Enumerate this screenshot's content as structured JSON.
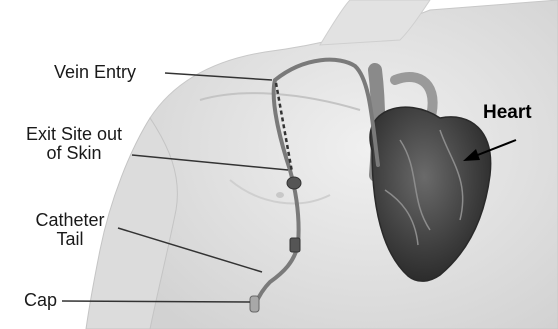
{
  "labels": {
    "vein_entry": "Vein Entry",
    "exit_site_line1": "Exit Site out",
    "exit_site_line2": "of Skin",
    "catheter_tail_line1": "Catheter",
    "catheter_tail_line2": "Tail",
    "cap": "Cap",
    "heart": "Heart"
  },
  "colors": {
    "body": "#e6e6e6",
    "heart": "#4a4a4a",
    "catheter": "#7a7a7a",
    "leader_line": "#333333"
  }
}
